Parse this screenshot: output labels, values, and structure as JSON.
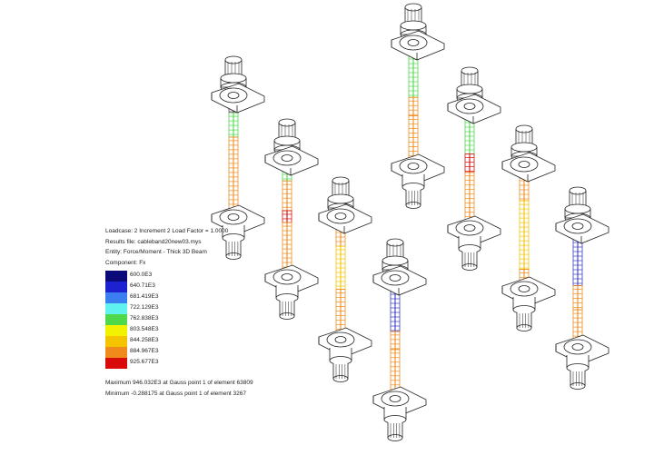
{
  "header": {
    "loadcase": "Loadcase: 2 Increment 2 Load Factor = 1.0000",
    "results_file": "Results file: cableband20new03.mys",
    "entity": "Entity: Force/Moment - Thick 3D Beam",
    "component": "Component: Fx"
  },
  "legend": {
    "items": [
      {
        "value": "600.0E3",
        "color": "#0a0a78"
      },
      {
        "value": "640.71E3",
        "color": "#1c22d2"
      },
      {
        "value": "681.419E3",
        "color": "#3b7ef2"
      },
      {
        "value": "722.129E3",
        "color": "#5ff2ee"
      },
      {
        "value": "762.838E3",
        "color": "#4fd84a"
      },
      {
        "value": "803.548E3",
        "color": "#f2f200"
      },
      {
        "value": "844.258E3",
        "color": "#f5c400"
      },
      {
        "value": "884.967E3",
        "color": "#f08a1c"
      },
      {
        "value": "925.677E3",
        "color": "#d80a0a"
      }
    ]
  },
  "footer": {
    "maximum": "Maximum 946.032E3 at Gauss point 1 of element 63809",
    "minimum": "Minimum -0.288175 at Gauss point 1 of element 3267"
  }
}
